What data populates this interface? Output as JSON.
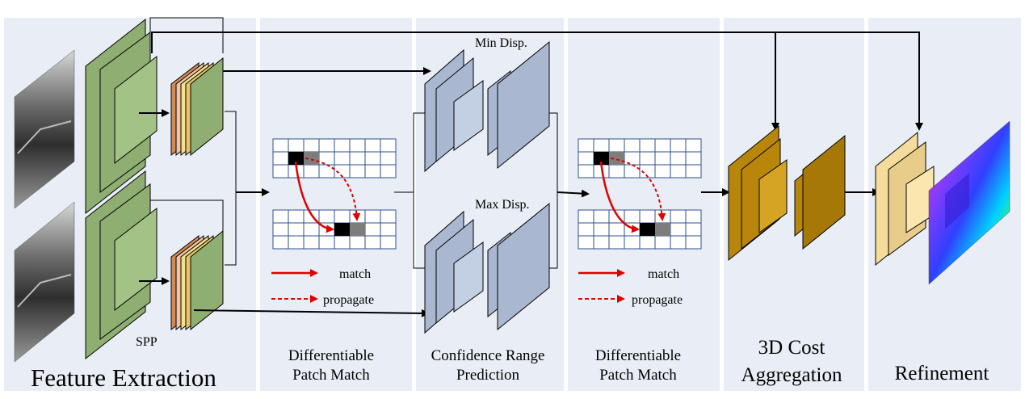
{
  "stages": {
    "feature_extraction": "Feature Extraction",
    "dpm1_line1": "Differentiable",
    "dpm1_line2": "Patch Match",
    "crp_line1": "Confidence Range",
    "crp_line2": "Prediction",
    "dpm2_line1": "Differentiable",
    "dpm2_line2": "Patch Match",
    "cost_line1": "3D Cost",
    "cost_line2": "Aggregation",
    "refinement": "Refinement"
  },
  "labels": {
    "spp": "SPP",
    "min_disp": "Min Disp.",
    "max_disp": "Max Disp."
  },
  "legend": {
    "match": "match",
    "propagate": "propagate"
  },
  "colors": {
    "panel_bg": "#e9eef6",
    "feature_green": "#8fae72",
    "feature_green_dark": "#6f8f55",
    "blue_block": "#a9b8d0",
    "blue_block_dark": "#8597b4",
    "gold_block": "#b8860b",
    "gold_block_dark": "#8c6408",
    "cream_block": "#f5dc9c",
    "grid_line": "#2f4f8f",
    "match_arrow": "#e00000"
  }
}
